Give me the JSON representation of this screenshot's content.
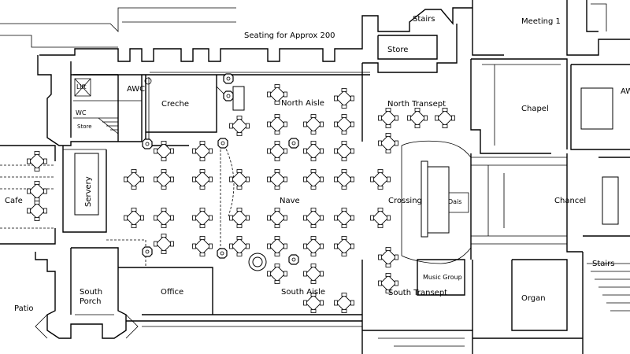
{
  "labels": {
    "seating": "Seating for Approx 200",
    "stairs_top": "Stairs",
    "store": "Store",
    "meeting": "Meeting 1",
    "lift": "Lift",
    "awc_left": "AWC",
    "wc": "WC",
    "store_small": "Store",
    "creche": "Creche",
    "north_aisle": "North Aisle",
    "north_transept": "North Transept",
    "chapel": "Chapel",
    "awc_right": "AW",
    "cafe": "Cafe",
    "servery": "Servery",
    "nave": "Nave",
    "crossing": "Crossing",
    "dais": "Dais",
    "chancel": "Chancel",
    "stairs_right": "Stairs",
    "music_group": "Music Group",
    "patio": "Patio",
    "south_porch": "South Porch",
    "office": "Office",
    "south_aisle": "South Aisle",
    "south_transept": "South Transept",
    "organ": "Organ"
  },
  "icons": {
    "table": "round-table-with-four-chairs-icon",
    "pillar": "pillar-icon",
    "font": "baptismal-font-icon"
  }
}
